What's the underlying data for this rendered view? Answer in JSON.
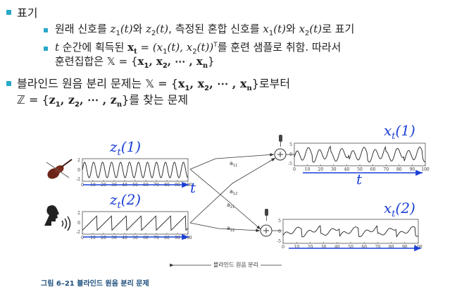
{
  "bullets": {
    "b1": {
      "label": "표기"
    },
    "b1a": {
      "prefix": "원래 신호를 ",
      "z1": "z",
      "sub1": "1",
      "arg1": "(t)",
      "mid": "와 ",
      "z2": "z",
      "sub2": "2",
      "arg2": "(t)",
      "suffix": ", 측정된 혼합 신호를 ",
      "x1": "x",
      "xs1": "1",
      "xa1": "(t)",
      "mid2": "와 ",
      "x2": "x",
      "xs2": "2",
      "xa2": "(t)",
      "end": "로 표기"
    },
    "b1b": {
      "line1_pre": "t",
      "line1_text": " 순간에 획득된 ",
      "xt": "x",
      "xt_sub": "t",
      "eq": " = (x",
      "s1": "1",
      "eq2": "(t), x",
      "s2": "2",
      "eq3": "(t))",
      "sup": "T",
      "line1_end": "를 훈련 샘플로 취함. 따라서",
      "line2_pre": "훈련집합은 ",
      "set": "𝕏 = {",
      "set_items": "x",
      "i1": "1",
      "c1": ", x",
      "i2": "2",
      "c2": ", ⋯ , x",
      "in": "n",
      "close": "}"
    },
    "b2": {
      "line1_pre": "블라인드 원음 분리 문제는 ",
      "set": "𝕏 = {",
      "x": "x",
      "i1": "1",
      "c1": ", x",
      "i2": "2",
      "c2": ", ⋯ , x",
      "in": "n",
      "close": "}",
      "line1_end": "로부터",
      "line2_set": "ℤ = {",
      "z": "z",
      "j1": "1",
      "d1": ", z",
      "j2": "2",
      "d2": ", ⋯ , z",
      "jn": "n",
      "close2": "}",
      "line2_end": "를 찾는 문제"
    }
  },
  "figure": {
    "labels": {
      "z1": "z",
      "z1_sub": "t",
      "z1_arg": "(1)",
      "z2": "z",
      "z2_sub": "t",
      "z2_arg": "(2)",
      "x1": "x",
      "x1_sub": "t",
      "x1_arg": "(1)",
      "x2": "x",
      "x2_sub": "t",
      "x2_arg": "(2)",
      "t_left": "t",
      "t_right": "t"
    },
    "weights": {
      "a11": "a",
      "a11s": "11",
      "a12": "a",
      "a12s": "12",
      "a21": "a",
      "a21s": "21",
      "a22": "a",
      "a22s": "22"
    },
    "ticks": [
      "0",
      "10",
      "20",
      "30",
      "40",
      "50",
      "60",
      "70",
      "80",
      "90",
      "100"
    ],
    "y_ticks": {
      "top": "2",
      "mid": "0",
      "bottom": "-2"
    },
    "y_ticks_x": {
      "top": "5",
      "mid": "0",
      "bottom": "-5"
    },
    "arrow_label": "블라인드 원음 분리",
    "icons": [
      "violin-icon",
      "speaker-head-icon",
      "microphone-icon",
      "microphone-icon"
    ],
    "colors": {
      "blue": "#1a3fd6",
      "bullet": "#29a8c8",
      "caption": "#1d4f7c"
    }
  },
  "caption": {
    "prefix": "그림 6–21",
    "text": " 블라인드 원음 분리 문제"
  }
}
